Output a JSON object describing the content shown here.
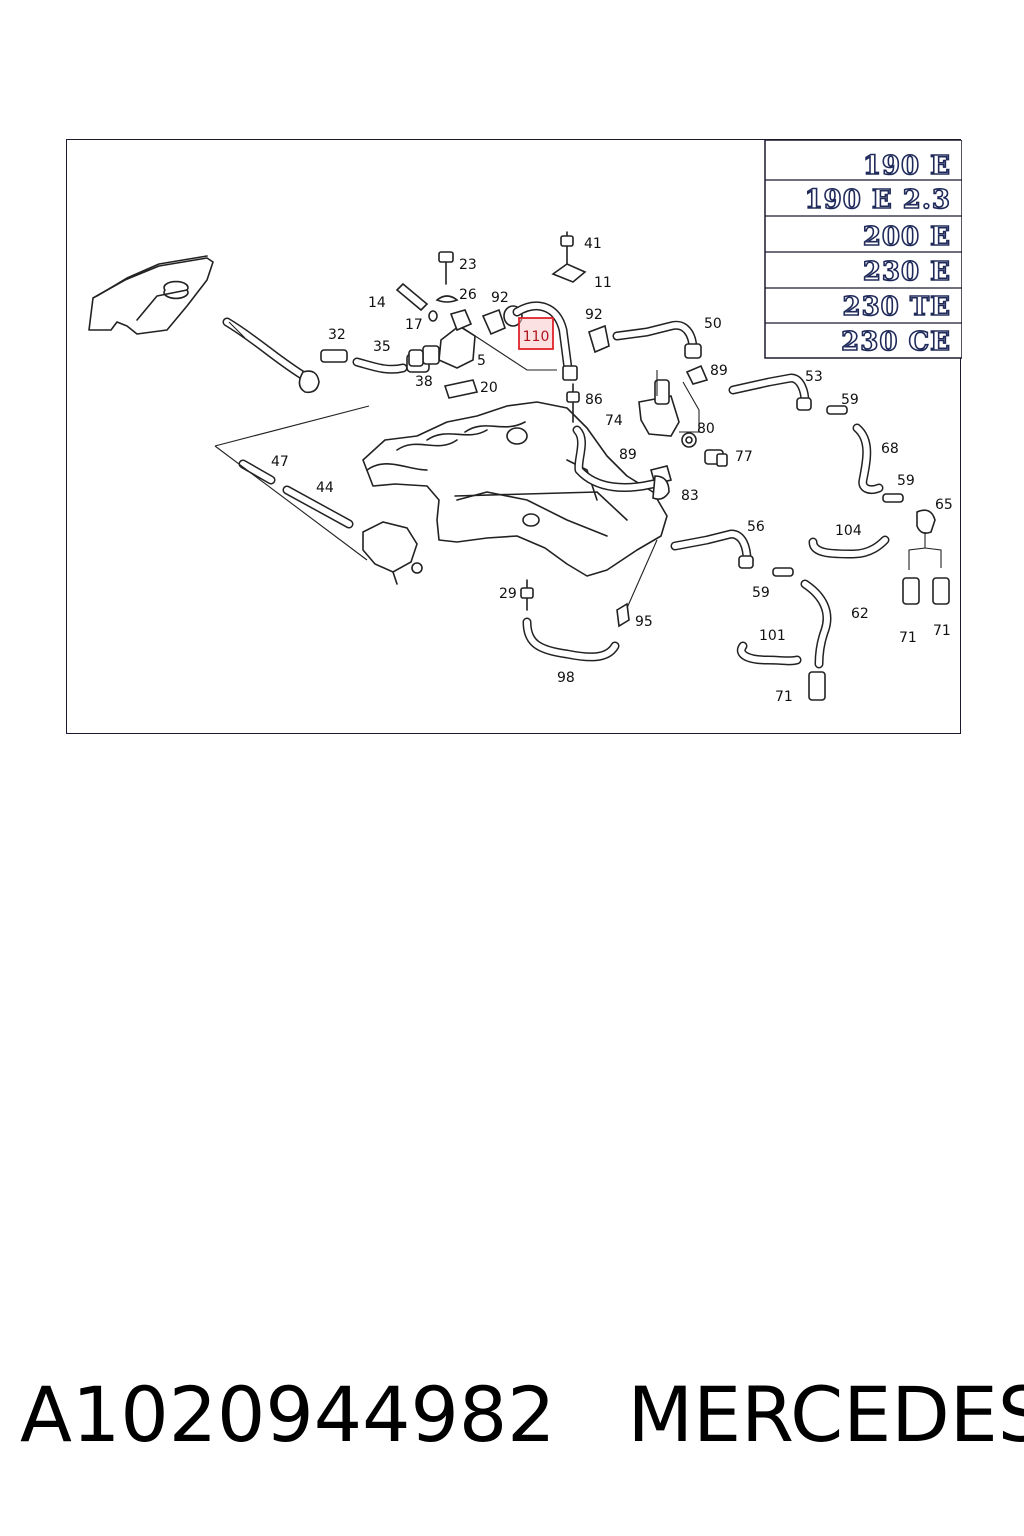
{
  "models": [
    "190 E",
    "190 E 2.3",
    "200 E",
    "230 E",
    "230 TE",
    "230 CE"
  ],
  "callouts": [
    {
      "id": "c41",
      "text": "41"
    },
    {
      "id": "c11",
      "text": "11"
    },
    {
      "id": "c23",
      "text": "23"
    },
    {
      "id": "c26",
      "text": "26"
    },
    {
      "id": "c14",
      "text": "14"
    },
    {
      "id": "c17",
      "text": "17"
    },
    {
      "id": "c92a",
      "text": "92"
    },
    {
      "id": "c92b",
      "text": "92"
    },
    {
      "id": "c50",
      "text": "50"
    },
    {
      "id": "c32",
      "text": "32"
    },
    {
      "id": "c35",
      "text": "35"
    },
    {
      "id": "c38",
      "text": "38"
    },
    {
      "id": "c5",
      "text": "5"
    },
    {
      "id": "c20",
      "text": "20"
    },
    {
      "id": "c89a",
      "text": "89"
    },
    {
      "id": "c53",
      "text": "53"
    },
    {
      "id": "c86",
      "text": "86"
    },
    {
      "id": "c74",
      "text": "74"
    },
    {
      "id": "c59a",
      "text": "59"
    },
    {
      "id": "c80",
      "text": "80"
    },
    {
      "id": "c68",
      "text": "68"
    },
    {
      "id": "c47",
      "text": "47"
    },
    {
      "id": "c89b",
      "text": "89"
    },
    {
      "id": "c77",
      "text": "77"
    },
    {
      "id": "c44",
      "text": "44"
    },
    {
      "id": "c83",
      "text": "83"
    },
    {
      "id": "c59b",
      "text": "59"
    },
    {
      "id": "c65",
      "text": "65"
    },
    {
      "id": "c56",
      "text": "56"
    },
    {
      "id": "c104",
      "text": "104"
    },
    {
      "id": "c29",
      "text": "29"
    },
    {
      "id": "c59c",
      "text": "59"
    },
    {
      "id": "c62",
      "text": "62"
    },
    {
      "id": "c95",
      "text": "95"
    },
    {
      "id": "c101",
      "text": "101"
    },
    {
      "id": "c71a",
      "text": "71"
    },
    {
      "id": "c71b",
      "text": "71"
    },
    {
      "id": "c98",
      "text": "98"
    },
    {
      "id": "c71c",
      "text": "71"
    }
  ],
  "highlight": {
    "text": "110",
    "color": "#e0242b"
  },
  "footer": {
    "part_number": "A1020944982",
    "brand": "MERCEDES"
  },
  "colors": {
    "frame": "#1a1a2e",
    "model_badge": "#1f2a5a"
  }
}
